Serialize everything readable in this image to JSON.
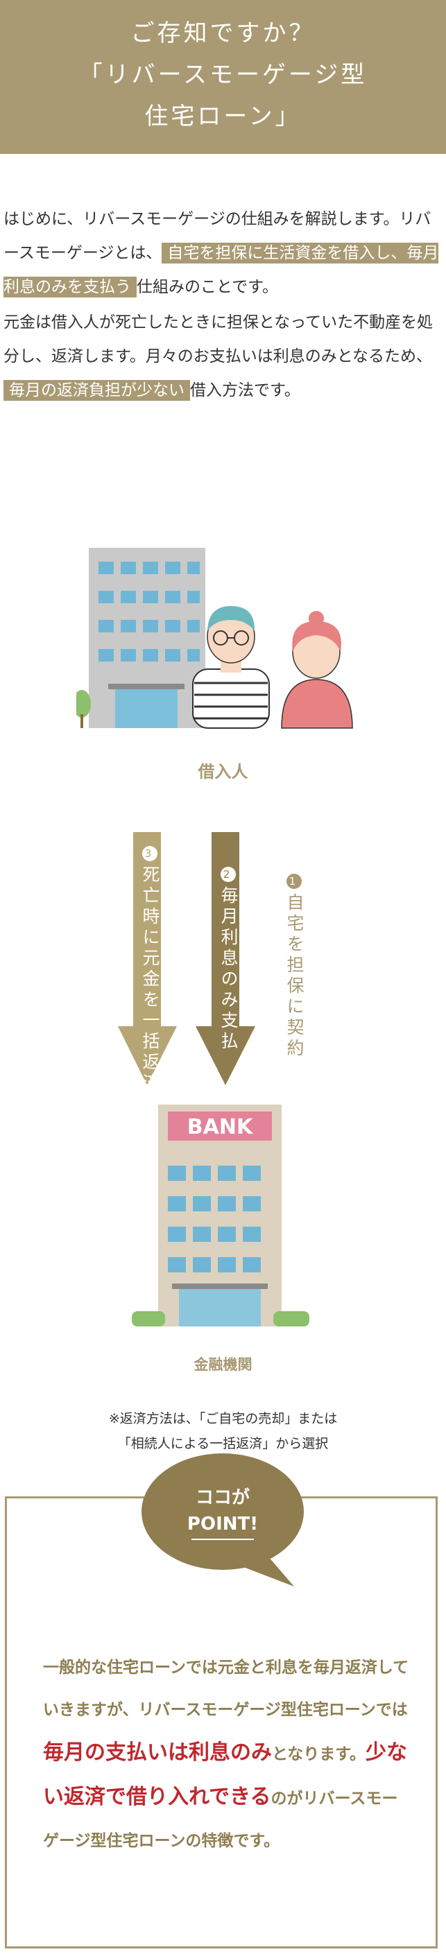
{
  "banner": {
    "line1": "ご存知ですか？",
    "line2": "「リバースモーゲージ型",
    "line3": "住宅ローン」"
  },
  "intro": {
    "p1_a": "はじめに、リバースモーゲージの仕組みを解説します。リバースモーゲージとは、",
    "p1_hl": "自宅を担保に生活資金を借入し、毎月利息のみを支払う",
    "p1_b": "仕組みのことです。",
    "p2_a": "元金は借入人が死亡したときに担保となっていた不動産を処分し、返済します。月々のお支払いは利息のみとなるため、",
    "p2_hl": "毎月の返済負担が少ない",
    "p2_b": "借入方法です。"
  },
  "diagram": {
    "borrower_label": "借入人",
    "bank_sign": "BANK",
    "bank_label": "金融機関",
    "step1_num": "1",
    "step1": "自宅を担保に契約",
    "step2_num": "2",
    "step2": "毎月利息のみ支払",
    "step3_num": "3",
    "step3": "死亡時に元金を一括返済※",
    "note_line1": "※返済方法は、「ご自宅の売却」または",
    "note_line2": "「相続人による一括返済」から選択"
  },
  "point": {
    "bubble_line1": "ココが",
    "bubble_line2": "POINT!",
    "t1": "一般的な住宅ローンでは元金と利息を毎月返済していきますが、リバースモーゲージ型住宅ローンでは",
    "r1": "毎月の支払いは利息のみ",
    "t2": "となります。",
    "r2": "少ない返済で借り入れできる",
    "t3": "のがリバースモーゲージ型住宅ローンの特徴です。"
  },
  "colors": {
    "accent": "#a99a73",
    "bubble": "#8f7d4f",
    "arrow_dark": "#8f7d4f",
    "arrow_light": "#b6a675",
    "highlight_red": "#c0282e"
  }
}
